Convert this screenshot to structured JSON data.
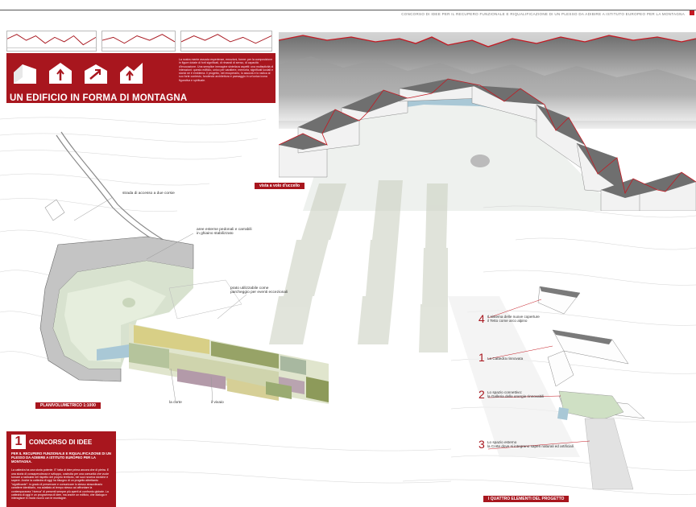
{
  "header": {
    "text": "CONCORSO DI IDEE PER IL RECUPERO FUNZIONALE E RIQUALIFICAZIONE DI UN PLESSO DA ADIBIRE A ISTITUTO EUROPEO PER LA MONTAGNA"
  },
  "concept": {
    "title": "UN EDIFICIO IN FORMA DI MONTAGNA",
    "description": "La nostra mente associa esperienze, emozioni, forme: per la composizione in figure dotate di forti significati, di rimandi di senso, di capacità d'invocazione. Una semplice immagine sintetizza aspetti: una molteplicità di interazioni: questo edificio, unico per carattere, memoria, significati sociali e storici ne è emblema. Il progetto, nel recuperarlo, lo associa e lo radica al suo forte contesto, fondendo architettura e paesaggio in un'unica icona figurativa e spirituale."
  },
  "aerial": {
    "label": "vista a volo d'uccello"
  },
  "plan": {
    "label": "PLANIVOLUMETRICO 1:1000",
    "annotations": {
      "access_road": "strada di accesso a due corsie",
      "pedestrian_area": "aree esterne pedonali e carrabili\nin ghiaino stabilizzato",
      "meadow": "prato utilizzabile come\nparcheggio per eventi eccezionali",
      "court": "la corte",
      "nursery": "il vivaio"
    }
  },
  "elements": {
    "title": "I QUATTRO ELEMENTI DEL PROGETTO",
    "items": [
      {
        "num": "4",
        "text": "Il sistema delle nuove coperture\nil Tetto come arco alpino"
      },
      {
        "num": "1",
        "text": "La Cattedra rinnovata"
      },
      {
        "num": "2",
        "text": "Lo spazio connettivo:\nla Galleria delle energie rinnovabili"
      },
      {
        "num": "3",
        "text": "Lo spazio esterno\nla Corte dove si integrano saperi naturali ed artificiali"
      }
    ]
  },
  "contest": {
    "number": "1",
    "title": "CONCORSO DI IDEE",
    "subtitle": "PER IL RECUPERO FUNZIONALE E RIQUALIFICAZIONE DI UN PLESSO DA ADIBIRE A ISTITUTO EUROPEO PER LA MONTAGNA.",
    "body": "La cattedra ha una storia potente. E' fatta di idee prima ancora che di pietra. E una storia di consapevolezza e sviluppo, costruita per una comunità che vuole tornare a radicarsi nel rispetto del proprio territorio, nei suoi novena storiche e sapere. Anche la cattedra di oggi ha bisogno di un progetto altrettanto \"significante\": in grado di preservare e comunicare lo stesso straordinario carattere identitario, ma adattato al tempo stesso ad affrontare la contemporanea \"ricerca\" di presenti sempre più aperti al confronto globale. La cattedra di oggi è un programma di idee, ma anche un edificio, che dialoga e interagisce in modo nuovo con le montagne."
  },
  "colors": {
    "accent": "#a8161e",
    "ridge": "#c41922"
  }
}
